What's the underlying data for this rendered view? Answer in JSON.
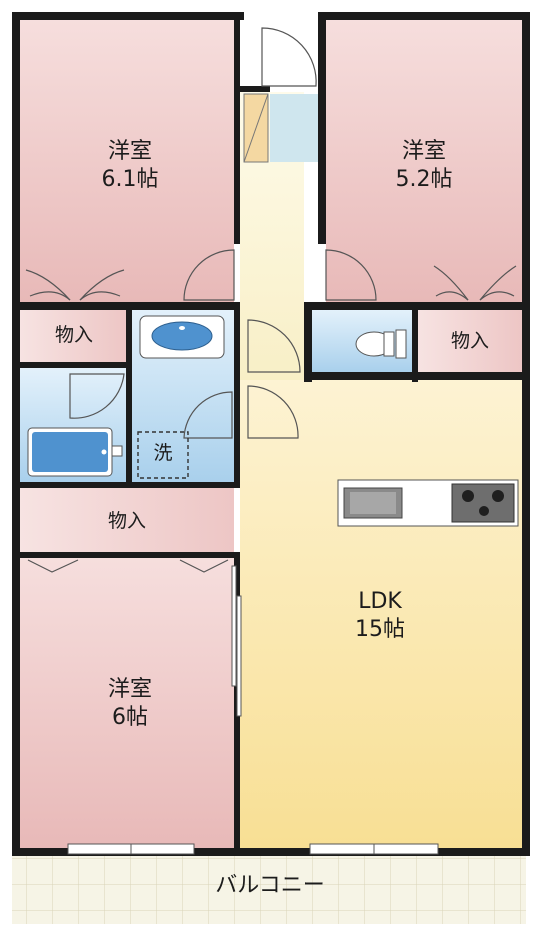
{
  "rooms": {
    "western_top_left": {
      "name": "洋室",
      "size": "6.1帖"
    },
    "western_top_right": {
      "name": "洋室",
      "size": "5.2帖"
    },
    "western_bottom_left": {
      "name": "洋室",
      "size": "6帖"
    },
    "ldk": {
      "name": "LDK",
      "size": "15帖"
    }
  },
  "storage": {
    "left": "物入",
    "right": "物入",
    "middle": "物入"
  },
  "washer": "洗",
  "balcony": "バルコニー",
  "colors": {
    "western_room": "#efc9c8",
    "ldk": "#fbe8b0",
    "wet_area": "#b7d8ef",
    "corridor": "#fbf6dc",
    "wall": "#1b1b1b",
    "balcony": "#f1efdf"
  }
}
